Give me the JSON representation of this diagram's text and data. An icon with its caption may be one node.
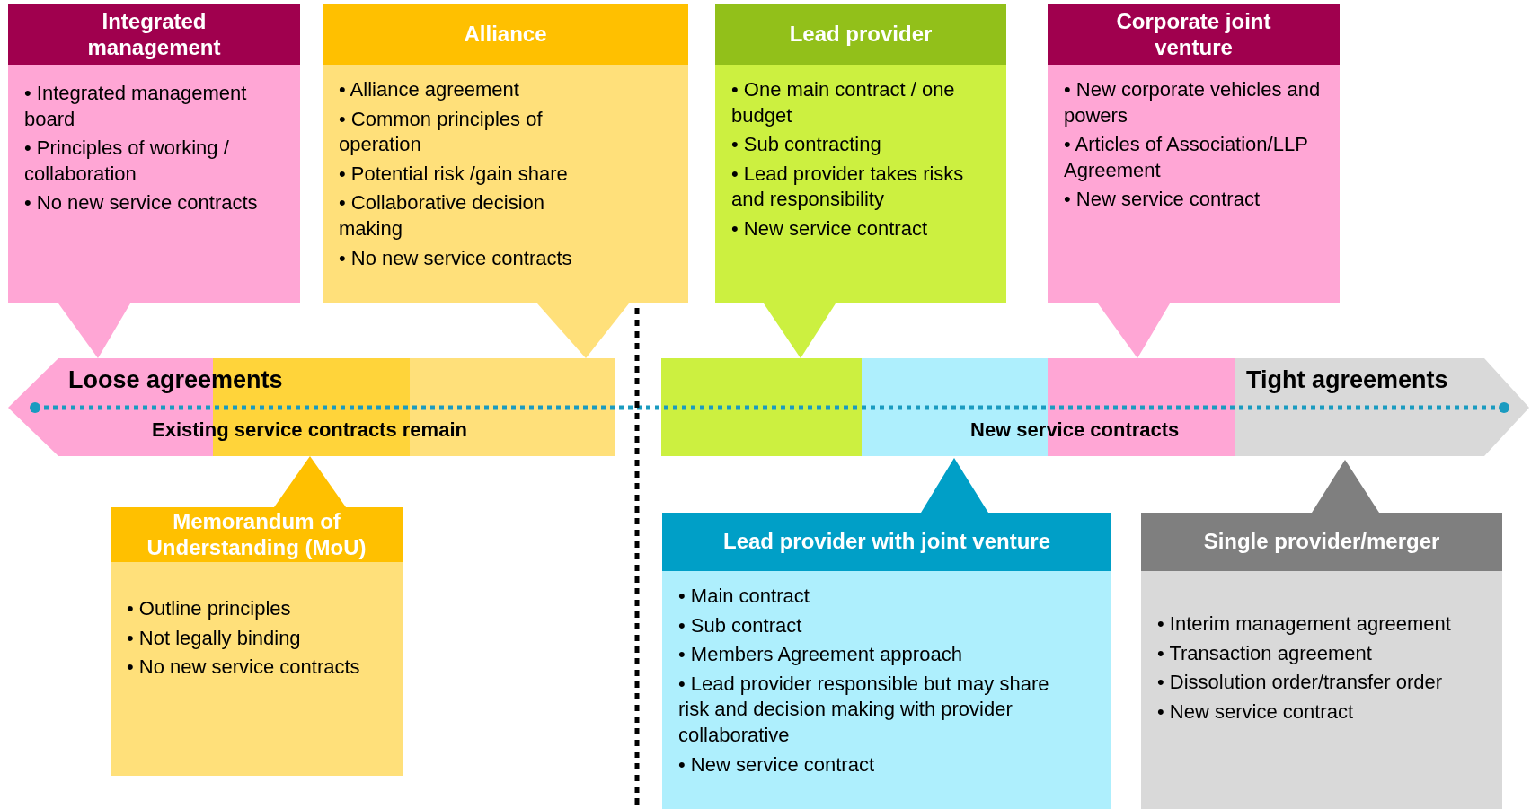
{
  "diagram": {
    "nodes": [
      {
        "text": [
          "Integrated management",
          "• Integrated management board",
          "• Principles of working / collaboration",
          "• No new service contracts"
        ]
      },
      {
        "text": [
          "Alliance",
          "• Alliance agreement",
          "• Common principles of operation",
          "• Potential risk /gain share",
          "• Collaborative decision making",
          "• No new service contracts"
        ]
      },
      {
        "text": [
          "Lead provider",
          "• One main contract / one budget",
          "• Sub contracting",
          "• Lead provider takes risks and responsibility",
          "• New service contract"
        ]
      },
      {
        "text": [
          "Corporate joint venture",
          "• New corporate vehicles and powers",
          "• Articles of Association/LLP Agreement",
          "• New service contract"
        ]
      },
      {
        "text": [
          "Memorandum of Understanding (MoU)",
          "• Outline principles",
          "• Not legally binding",
          "• No new service contracts"
        ]
      },
      {
        "text": [
          "Lead provider with joint venture",
          "• Main contract",
          "• Sub contract",
          "• Members Agreement approach",
          "• Lead provider responsible but may share risk and decision making with provider collaborative",
          "• New service contract"
        ]
      },
      {
        "text": [
          "Single provider/merger",
          "• Interim management agreement",
          "• Transaction agreement",
          "• Dissolution order/transfer order",
          "• New service contract"
        ]
      }
    ],
    "edges": [],
    "labels": [
      "Loose agreements",
      "Tight agreements",
      "Existing service contracts remain",
      "New service contracts"
    ]
  }
}
